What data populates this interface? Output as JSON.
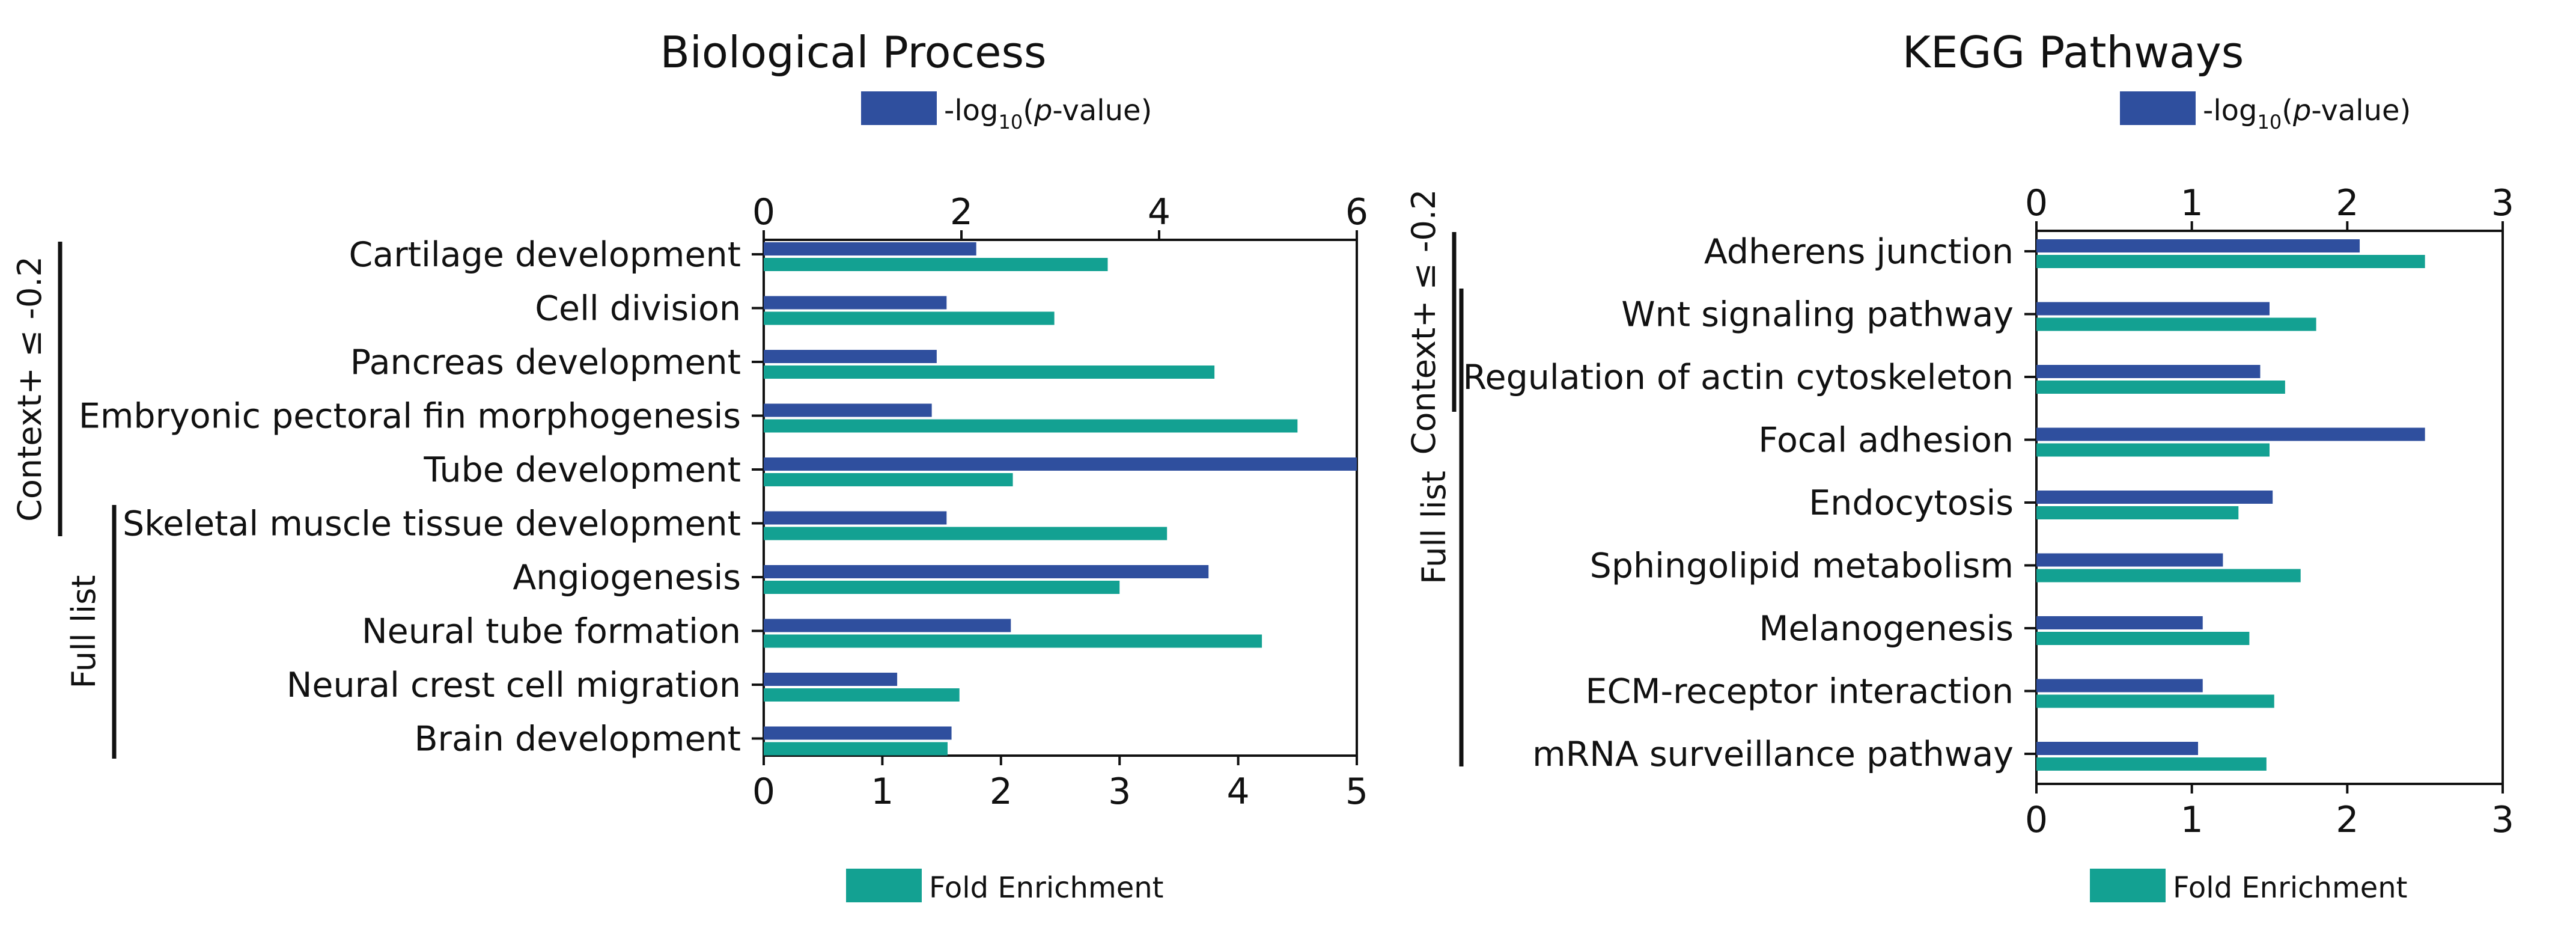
{
  "colors": {
    "pvalue": "#2f4f9e",
    "fold": "#13a192",
    "axis": "#111111"
  },
  "chart_data": [
    {
      "type": "bar",
      "orientation": "horizontal",
      "title": "Biological Process",
      "categories": [
        "Cartilage development",
        "Cell division",
        "Pancreas development",
        "Embryonic pectoral fin morphogenesis",
        "Tube development",
        "Skeletal muscle tissue development",
        "Angiogenesis",
        "Neural tube formation",
        "Neural crest cell migration",
        "Brain development"
      ],
      "series": [
        {
          "name": "-log10(p-value)",
          "legend_prefix": "-log",
          "legend_sub": "10",
          "legend_open": "(",
          "legend_italic": "p",
          "legend_suffix": "-value)",
          "axis": "top",
          "values": [
            2.15,
            1.85,
            1.75,
            1.7,
            6.0,
            1.85,
            4.5,
            2.5,
            1.35,
            1.9
          ]
        },
        {
          "name": "Fold Enrichment",
          "axis": "bottom",
          "values": [
            2.9,
            2.45,
            3.8,
            4.5,
            2.1,
            3.4,
            3.0,
            4.2,
            1.65,
            1.55
          ]
        }
      ],
      "top_axis": {
        "ylim": [
          0,
          6
        ],
        "ticks": [
          "0",
          "2",
          "4",
          "6"
        ]
      },
      "bottom_axis": {
        "xlim": [
          0,
          5
        ],
        "ticks": [
          "0",
          "1",
          "2",
          "3",
          "4",
          "5"
        ]
      },
      "brackets": [
        {
          "label": "Context+ ≤ -0.2",
          "from": 0,
          "to": 5
        },
        {
          "label": "Full list",
          "from": 5,
          "to": 9
        }
      ]
    },
    {
      "type": "bar",
      "orientation": "horizontal",
      "title": "KEGG Pathways",
      "categories": [
        "Adherens junction",
        "Wnt signaling pathway",
        "Regulation of actin cytoskeleton",
        "Focal adhesion",
        "Endocytosis",
        "Sphingolipid metabolism",
        "Melanogenesis",
        "ECM-receptor interaction",
        "mRNA surveillance pathway"
      ],
      "series": [
        {
          "name": "-log10(p-value)",
          "legend_prefix": "-log",
          "legend_sub": "10",
          "legend_open": "(",
          "legend_italic": "p",
          "legend_suffix": "-value)",
          "axis": "top",
          "values": [
            2.08,
            1.5,
            1.44,
            2.5,
            1.52,
            1.2,
            1.07,
            1.07,
            1.04
          ]
        },
        {
          "name": "Fold Enrichment",
          "axis": "bottom",
          "values": [
            2.5,
            1.8,
            1.6,
            1.5,
            1.3,
            1.7,
            1.37,
            1.53,
            1.48
          ]
        }
      ],
      "top_axis": {
        "ylim": [
          0,
          3
        ],
        "ticks": [
          "0",
          "1",
          "2",
          "3"
        ]
      },
      "bottom_axis": {
        "xlim": [
          0,
          3
        ],
        "ticks": [
          "0",
          "1",
          "2",
          "3"
        ]
      },
      "brackets": [
        {
          "label": "Context+ ≤ -0.2",
          "from": 0,
          "to": 2
        },
        {
          "label": "Full list",
          "from": 0.5,
          "to": 8.5
        }
      ]
    }
  ]
}
